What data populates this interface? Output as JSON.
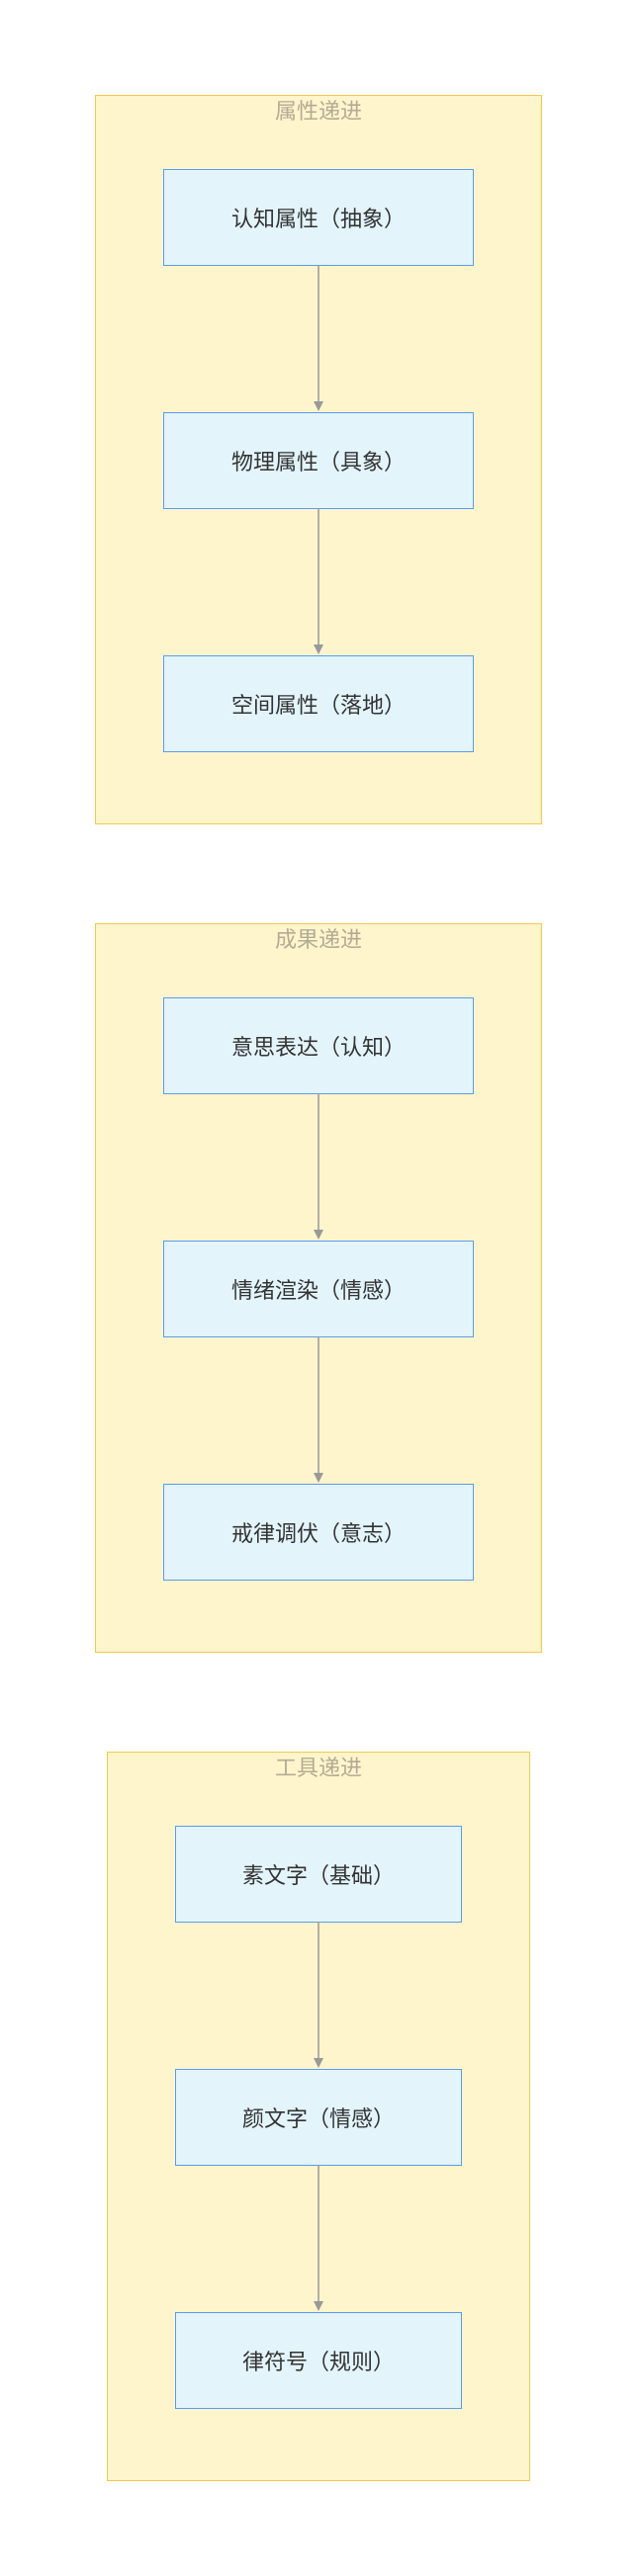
{
  "colors": {
    "group_fill": "#fff5cc",
    "group_border": "#f2c94c",
    "group_title": "#b3ab93",
    "node_fill": "#e3f4fb",
    "node_border": "#5b9bf0",
    "node_text": "#333333",
    "edge": "#999999"
  },
  "groups": [
    {
      "title": "属性递进",
      "nodes": [
        "认知属性（抽象）",
        "物理属性（具象）",
        "空间属性（落地）"
      ]
    },
    {
      "title": "成果递进",
      "nodes": [
        "意思表达（认知）",
        "情绪渲染（情感）",
        "戒律调伏（意志）"
      ]
    },
    {
      "title": "工具递进",
      "nodes": [
        "素文字（基础）",
        "颜文字（情感）",
        "律符号（规则）"
      ]
    }
  ]
}
